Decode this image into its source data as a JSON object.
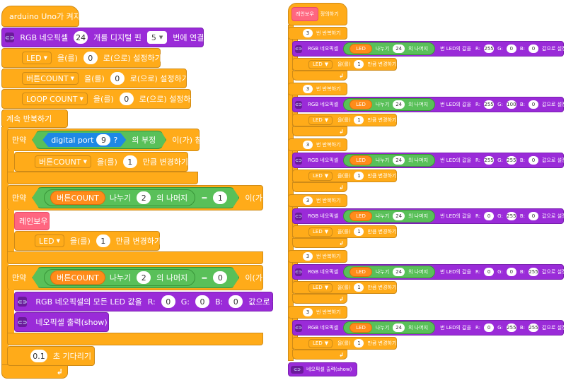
{
  "left": {
    "hat": "arduino Uno가 켜지면",
    "connect": {
      "p1": "RGB 네오픽셀",
      "count": "24",
      "p2": "개를 디지털 핀",
      "pin": "5",
      "p3": "번에 연결"
    },
    "set_vars": [
      {
        "var": "LED",
        "p1": "을(를)",
        "val": "0",
        "p2": "로(으로) 설정하기"
      },
      {
        "var": "버튼COUNT",
        "p1": "을(를)",
        "val": "0",
        "p2": "로(으로) 설정하기"
      },
      {
        "var": "LOOP COUNT",
        "p1": "을(를)",
        "val": "0",
        "p2": "로(으로) 설정하기"
      }
    ],
    "forever": "계속 반복하기",
    "if1": {
      "if": "만약",
      "sensor": "digital port",
      "port": "9",
      "q": "?",
      "not": "의 부정",
      "then": "이(가) 참이면"
    },
    "change1": {
      "var": "버튼COUNT",
      "p1": "을(를)",
      "val": "1",
      "p2": "만큼 변경하기"
    },
    "if2": {
      "if": "만약",
      "var": "버튼COUNT",
      "div": "나누기",
      "d": "2",
      "mod": "의 나머지",
      "eq": "=",
      "rhs": "1",
      "then": "이(가) 참이면"
    },
    "rainbow": "레인보우",
    "change2": {
      "var": "LED",
      "p1": "을(를)",
      "val": "1",
      "p2": "만큼 변경하기"
    },
    "if3": {
      "if": "만약",
      "var": "버튼COUNT",
      "div": "나누기",
      "d": "2",
      "mod": "의 나머지",
      "eq": "=",
      "rhs": "0",
      "then": "이(가) 참이면"
    },
    "setall": {
      "p1": "RGB 네오픽셀의 모든 LED 값을",
      "r_label": "R:",
      "r": "0",
      "g_label": "G:",
      "g": "0",
      "b_label": "B:",
      "b": "0",
      "p2": "값으로 설정"
    },
    "show": "네오픽셀 출력(show)",
    "wait": {
      "val": "0.1",
      "p": "초 기다리기"
    }
  },
  "right": {
    "def_label": "레인보우",
    "def_suffix": "정의하기",
    "repeat": {
      "val": "3",
      "p": "번 반복하기"
    },
    "set_led": {
      "p1": "RGB 네오픽셀",
      "var": "LED",
      "div": "나누기",
      "d": "24",
      "mod": "의 나머지",
      "p2": "번 LED의 값을",
      "r": "R:",
      "g": "G:",
      "b": "B:",
      "p3": "값으로 설정"
    },
    "change": {
      "var": "LED",
      "p1": "을(를)",
      "val": "1",
      "p2": "만큼 변경하기"
    },
    "groups": [
      {
        "r": "255",
        "g": "0",
        "b": "0"
      },
      {
        "r": "255",
        "g": "100",
        "b": "0"
      },
      {
        "r": "255",
        "g": "255",
        "b": "0"
      },
      {
        "r": "0",
        "g": "255",
        "b": "0"
      },
      {
        "r": "0",
        "g": "0",
        "b": "255"
      },
      {
        "r": "0",
        "g": "255",
        "b": "255"
      }
    ],
    "show": "네오픽셀 출력(show)"
  },
  "icons": {
    "neopixel": "neopixel-icon",
    "loop_arrow": "loop-arrow-icon",
    "dropdown": "dropdown-arrow-icon"
  },
  "colors": {
    "event": "#ffab19",
    "control": "#ffab19",
    "neopixel": "#9a2bd8",
    "sensor": "#1e88e5",
    "operator": "#59c059",
    "variable": "#ff8c1a",
    "function": "#ff6680"
  }
}
